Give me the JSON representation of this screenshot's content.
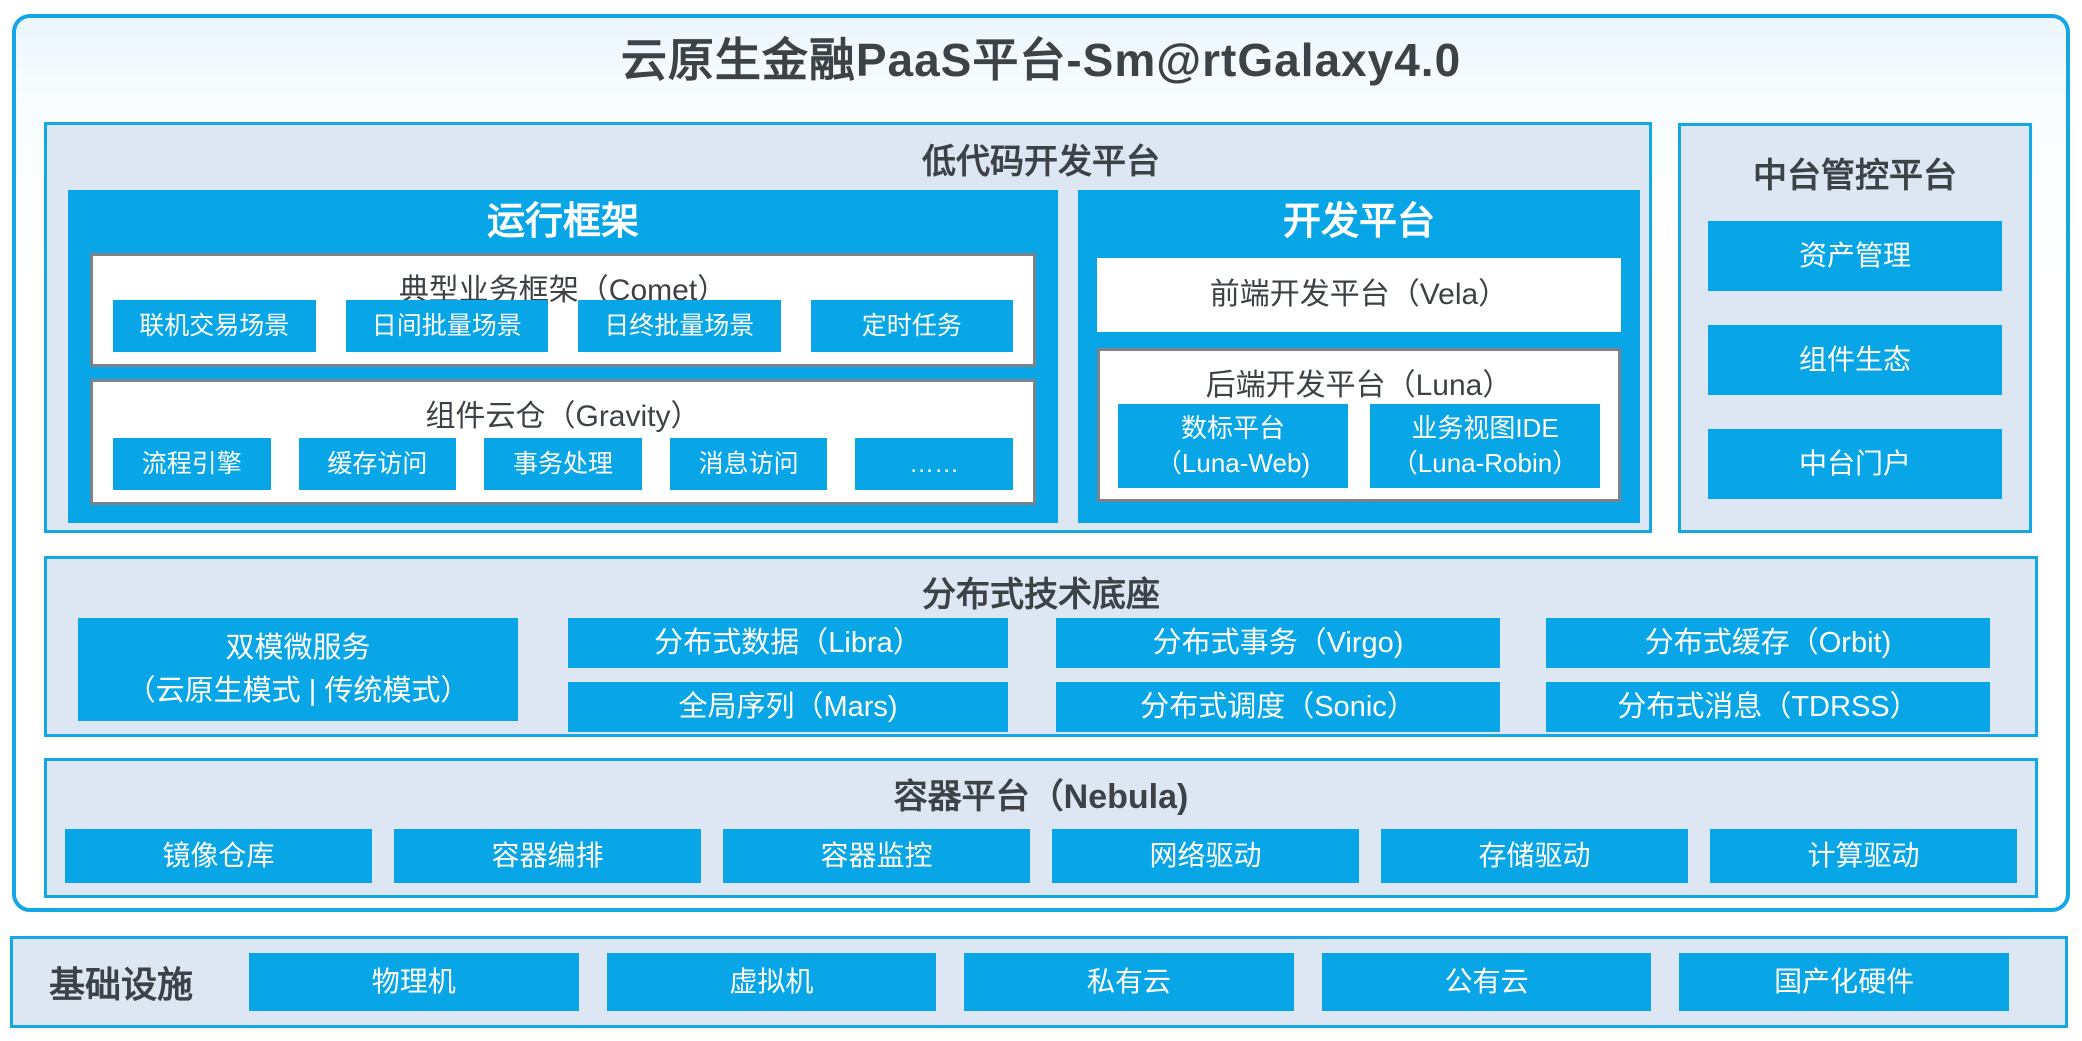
{
  "page_title": "云原生金融PaaS平台-Sm@rtGalaxy4.0",
  "colors": {
    "accent_blue": "#09a6e7",
    "border_blue": "#14a7e7",
    "section_bg": "#dce7f3",
    "gray_border": "#7b838a",
    "dark_text": "#3d4247"
  },
  "low_code": {
    "title": "低代码开发平台",
    "runtime": {
      "title": "运行框架",
      "comet": {
        "title": "典型业务框架（Comet）",
        "chips": [
          "联机交易场景",
          "日间批量场景",
          "日终批量场景",
          "定时任务"
        ]
      },
      "gravity": {
        "title": "组件云仓（Gravity）",
        "chips": [
          "流程引擎",
          "缓存访问",
          "事务处理",
          "消息访问",
          "……"
        ]
      }
    },
    "dev": {
      "title": "开发平台",
      "vela": "前端开发平台（Vela）",
      "luna": {
        "title": "后端开发平台（Luna）",
        "chips": [
          {
            "line1": "数标平台",
            "line2": "（Luna-Web)"
          },
          {
            "line1": "业务视图IDE",
            "line2": "（Luna-Robin）"
          }
        ]
      }
    }
  },
  "governance": {
    "title": "中台管控平台",
    "items": [
      "资产管理",
      "组件生态",
      "中台门户"
    ]
  },
  "distributed": {
    "title": "分布式技术底座",
    "dual_mode": {
      "line1": "双模微服务",
      "line2": "（云原生模式 | 传统模式）"
    },
    "columns": [
      [
        "分布式数据（Libra）",
        "全局序列（Mars)"
      ],
      [
        "分布式事务（Virgo)",
        "分布式调度（Sonic）"
      ],
      [
        "分布式缓存（Orbit)",
        "分布式消息（TDRSS）"
      ]
    ]
  },
  "container_platform": {
    "title": "容器平台（Nebula)",
    "chips": [
      "镜像仓库",
      "容器编排",
      "容器监控",
      "网络驱动",
      "存储驱动",
      "计算驱动"
    ]
  },
  "infrastructure": {
    "title": "基础设施",
    "chips": [
      "物理机",
      "虚拟机",
      "私有云",
      "公有云",
      "国产化硬件"
    ]
  }
}
